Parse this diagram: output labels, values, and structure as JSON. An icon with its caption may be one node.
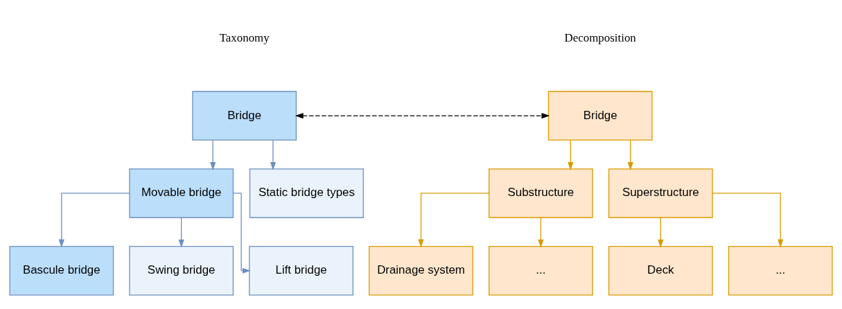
{
  "diagram": {
    "nodes": [
      {
        "text": [
          "Bridge"
        ]
      },
      {
        "text": [
          "Movable bridge"
        ]
      },
      {
        "text": [
          "Static bridge types"
        ]
      },
      {
        "text": [
          "Bascule bridge"
        ]
      },
      {
        "text": [
          "Swing bridge"
        ]
      },
      {
        "text": [
          "Lift bridge"
        ]
      },
      {
        "text": [
          "Bridge"
        ]
      },
      {
        "text": [
          "Substructure"
        ]
      },
      {
        "text": [
          "Superstructure"
        ]
      },
      {
        "text": [
          "Drainage system"
        ]
      },
      {
        "text": [
          "..."
        ]
      },
      {
        "text": [
          "Deck"
        ]
      },
      {
        "text": [
          "..."
        ]
      }
    ],
    "edges": [
      {
        "from": 0,
        "to": 1,
        "arrow": "to",
        "color": "#6c8ebf"
      },
      {
        "from": 0,
        "to": 2,
        "arrow": "to",
        "color": "#6c8ebf"
      },
      {
        "from": 1,
        "to": 3,
        "arrow": "to",
        "color": "#6c8ebf"
      },
      {
        "from": 1,
        "to": 4,
        "arrow": "to",
        "color": "#6c8ebf"
      },
      {
        "from": 1,
        "to": 5,
        "arrow": "to",
        "color": "#6c8ebf"
      },
      {
        "from": 0,
        "to": 6,
        "arrow": "both",
        "style": "dashed",
        "color": "#000000"
      },
      {
        "from": 6,
        "to": 7,
        "arrow": "to",
        "color": "#d79b00"
      },
      {
        "from": 6,
        "to": 8,
        "arrow": "to",
        "color": "#d79b00"
      },
      {
        "from": 7,
        "to": 9,
        "arrow": "to",
        "color": "#d79b00"
      },
      {
        "from": 7,
        "to": 10,
        "arrow": "to",
        "color": "#d79b00"
      },
      {
        "from": 8,
        "to": 11,
        "arrow": "to",
        "color": "#d79b00"
      },
      {
        "from": 8,
        "to": 12,
        "arrow": "to",
        "color": "#d79b00"
      }
    ],
    "labels": [
      "Taxonomy",
      "Decomposition"
    ]
  }
}
